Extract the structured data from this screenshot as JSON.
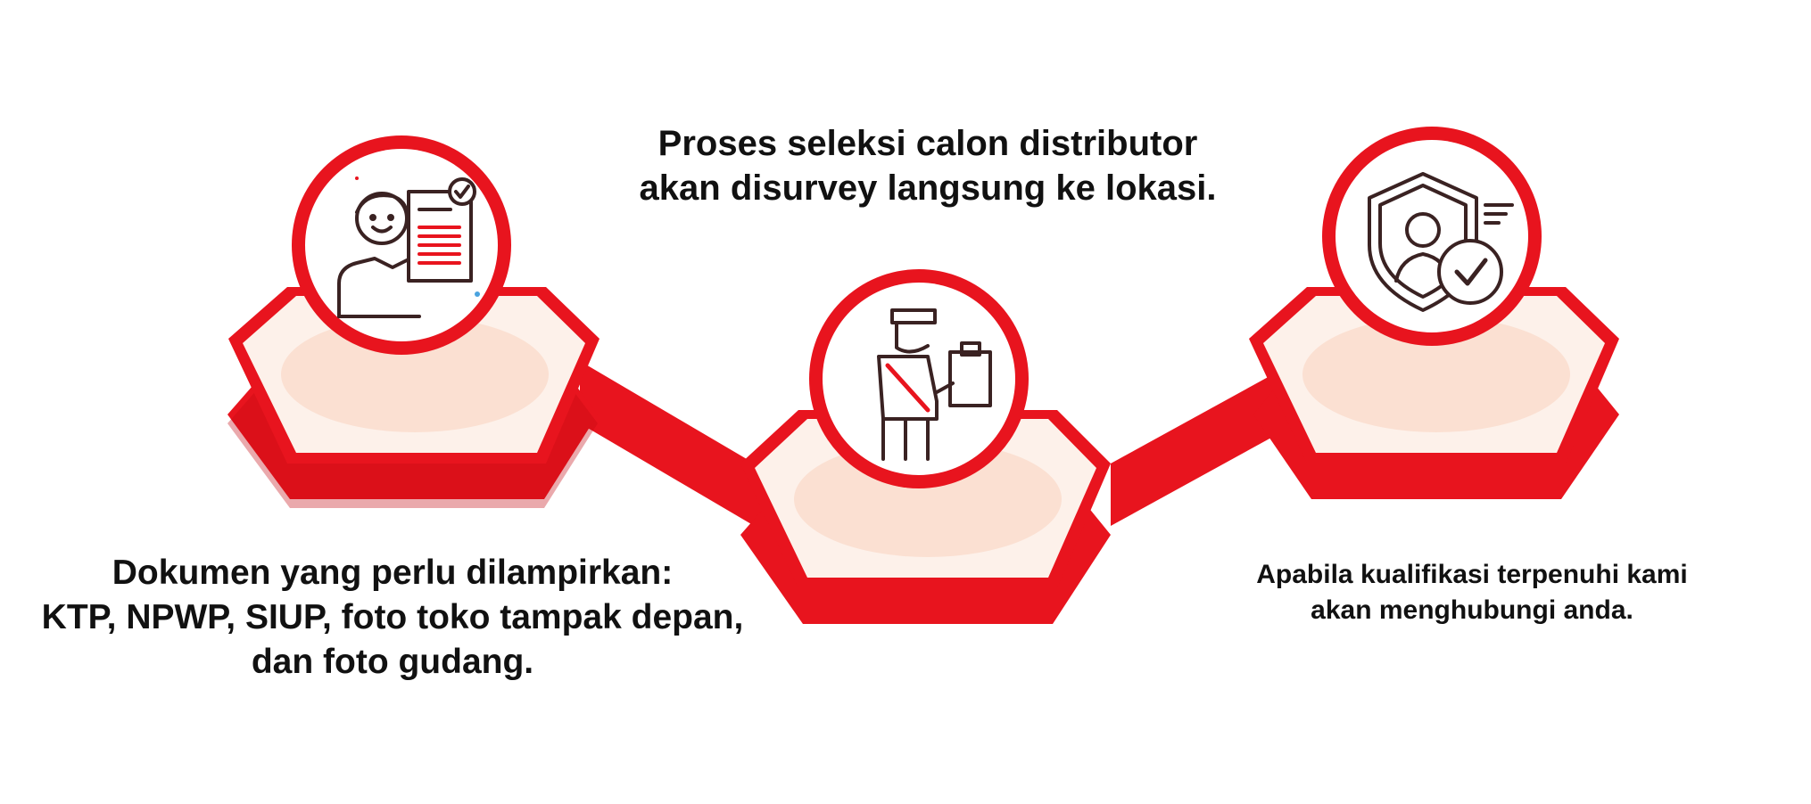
{
  "colors": {
    "primary_red": "#E8141E",
    "dark_red": "#C40A12",
    "peach": "#FBE0D2",
    "peach_light": "#FDF1EA",
    "icon_ink": "#3A2222",
    "white": "#FFFFFF"
  },
  "steps": [
    {
      "icon": "person-document-check-icon",
      "caption_lines": [
        "Dokumen yang perlu dilampirkan:",
        "KTP, NPWP, SIUP, foto toko tampak depan,",
        "dan foto gudang."
      ]
    },
    {
      "icon": "surveyor-clipboard-icon",
      "caption_lines": [
        "Proses seleksi calon distributor",
        "akan disurvey langsung ke lokasi."
      ]
    },
    {
      "icon": "shield-user-check-icon",
      "caption_lines": [
        "Apabila kualifikasi terpenuhi kami",
        "akan menghubungi anda."
      ]
    }
  ]
}
